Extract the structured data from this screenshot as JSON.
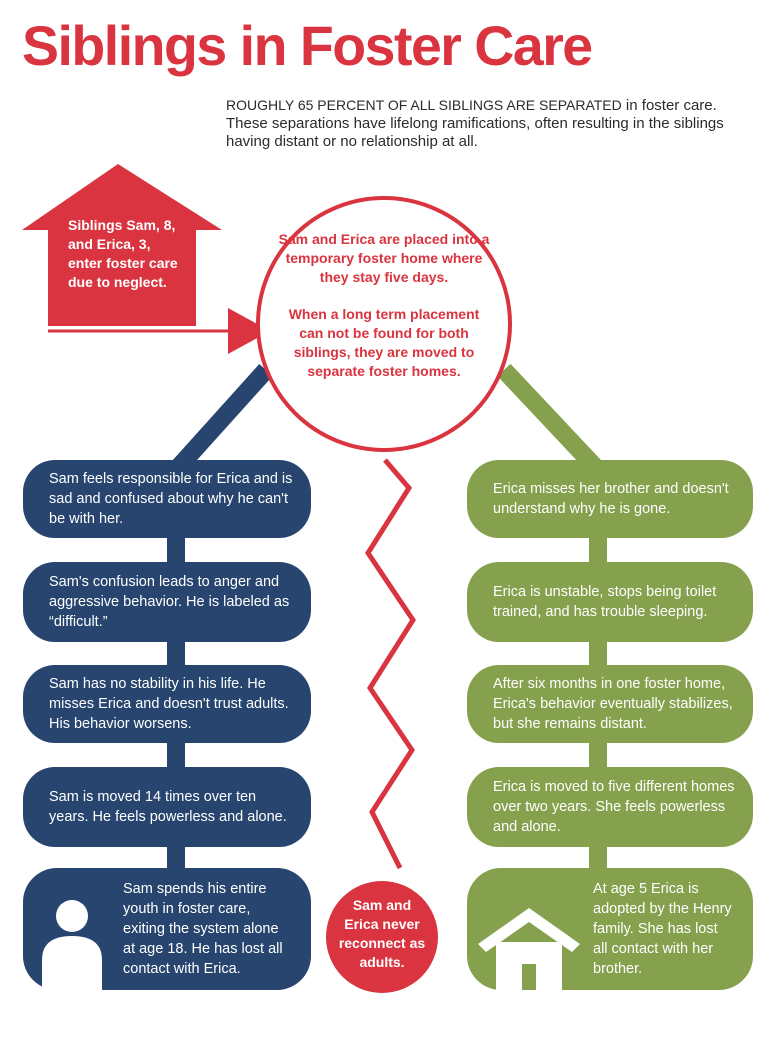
{
  "title": "Siblings in Foster Care",
  "intro": {
    "lead": "ROUGHLY 65 PERCENT OF ALL SIBLINGS ARE SEPARATED",
    "rest": " in foster care. These separations have lifelong ramifications, often resulting in the siblings having distant or no relationship at all."
  },
  "house_text": "Siblings Sam, 8, and Erica, 3, enter foster care due to neglect.",
  "circle": {
    "p1": "Sam and Erica are placed into a temporary foster home where they stay five days.",
    "p2": "When a long term placement can not be found for both siblings, they are moved to separate foster homes."
  },
  "sam": [
    "Sam feels responsible for Erica and is sad and confused about why he can't be with her.",
    "Sam's confusion leads to anger and aggressive behavior. He is labeled as “difficult.”",
    "Sam has no stability in his life. He misses Erica and doesn't trust adults. His behavior worsens.",
    "Sam is moved 14 times over ten years. He feels powerless and alone.",
    "Sam spends his entire youth in foster care, exiting the system alone at age 18. He has lost all contact with Erica."
  ],
  "erica": [
    "Erica misses her brother and doesn't understand why he is gone.",
    "Erica is unstable, stops being toilet trained, and has trouble sleeping.",
    "After six months in one foster home, Erica's behavior eventually stabilizes, but she remains distant.",
    "Erica is moved to five different homes over two years. She feels powerless and alone.",
    "At age 5 Erica is adopted by the Henry family. She has lost all contact with her brother."
  ],
  "bottom_circle": "Sam and Erica never reconnect as adults.",
  "colors": {
    "red": "#d9343f",
    "navy": "#27456e",
    "green": "#86a14d"
  },
  "icons": {
    "house": "house-icon",
    "person": "person-icon",
    "arrow": "arrow-right-icon"
  }
}
